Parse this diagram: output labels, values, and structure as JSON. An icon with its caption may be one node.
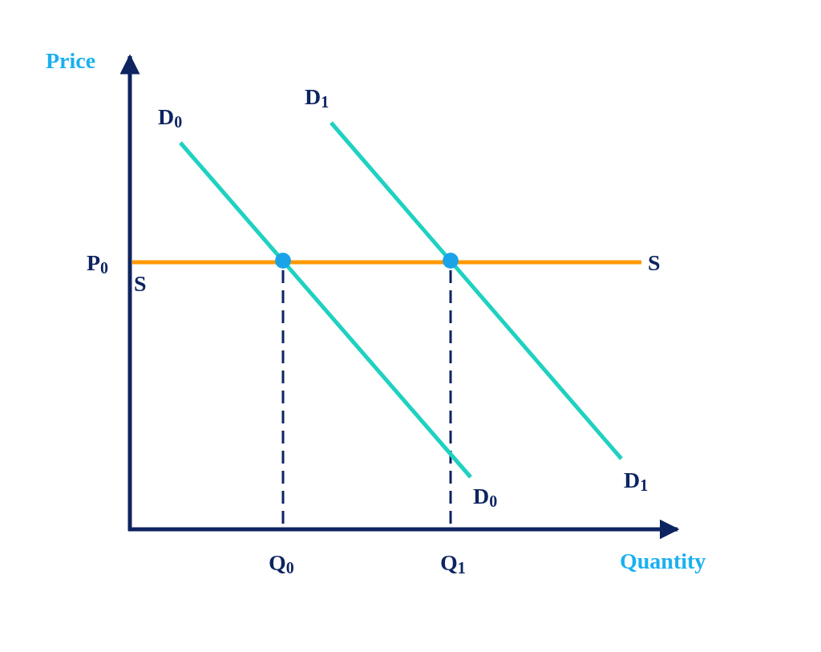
{
  "diagram": {
    "labels": [
      "Price",
      "D$_{1}$",
      "D$_{0}$",
      "P$_{0}$",
      "S",
      "S",
      "D$_{1}$",
      "D$_{0}$",
      "Q$_{0}$",
      "Q$_{1}$",
      "Quantity"
    ]
  }
}
